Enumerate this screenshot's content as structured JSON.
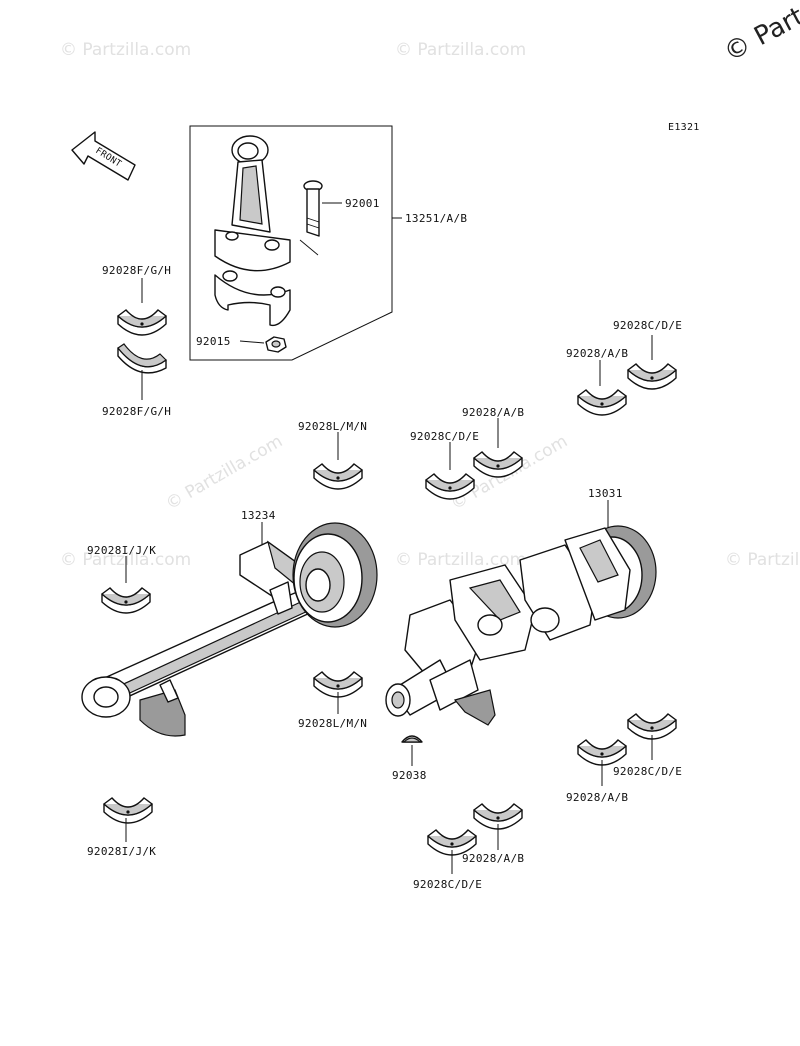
{
  "watermarks": {
    "site": "© Partzilla.com",
    "corner": "© Parts"
  },
  "diagram_code": "E1321",
  "front_arrow": "FRONT",
  "labels": {
    "bolt": "92001",
    "conrod_assy": "13251/A/B",
    "nut": "92015",
    "conrod_bearing_top": "92028F/G/H",
    "conrod_bearing_bottom": "92028F/G/H",
    "bearing_cde_top_right": "92028C/D/E",
    "bearing_ab_top_right": "92028/A/B",
    "bearing_lmn_top": "92028L/M/N",
    "bearing_ab_mid": "92028/A/B",
    "bearing_cde_mid": "92028C/D/E",
    "balancer": "13234",
    "crankshaft": "13031",
    "bearing_ijk_top": "92028I/J/K",
    "bearing_lmn_bottom": "92028L/M/N",
    "key": "92038",
    "bearing_ab_bottom_right": "92028/A/B",
    "bearing_cde_bottom_right": "92028C/D/E",
    "bearing_ab_bottom": "92028/A/B",
    "bearing_cde_bottom": "92028C/D/E",
    "bearing_ijk_bottom": "92028I/J/K"
  }
}
